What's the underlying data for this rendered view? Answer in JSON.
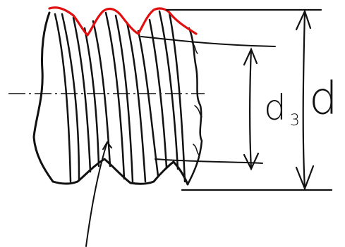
{
  "labels": {
    "minor_diameter_main": "d",
    "minor_diameter_subscript": "3",
    "major_diameter": "d"
  },
  "colors": {
    "outline": "#111111",
    "crest_highlight": "#e01010",
    "background": "#ffffff"
  }
}
